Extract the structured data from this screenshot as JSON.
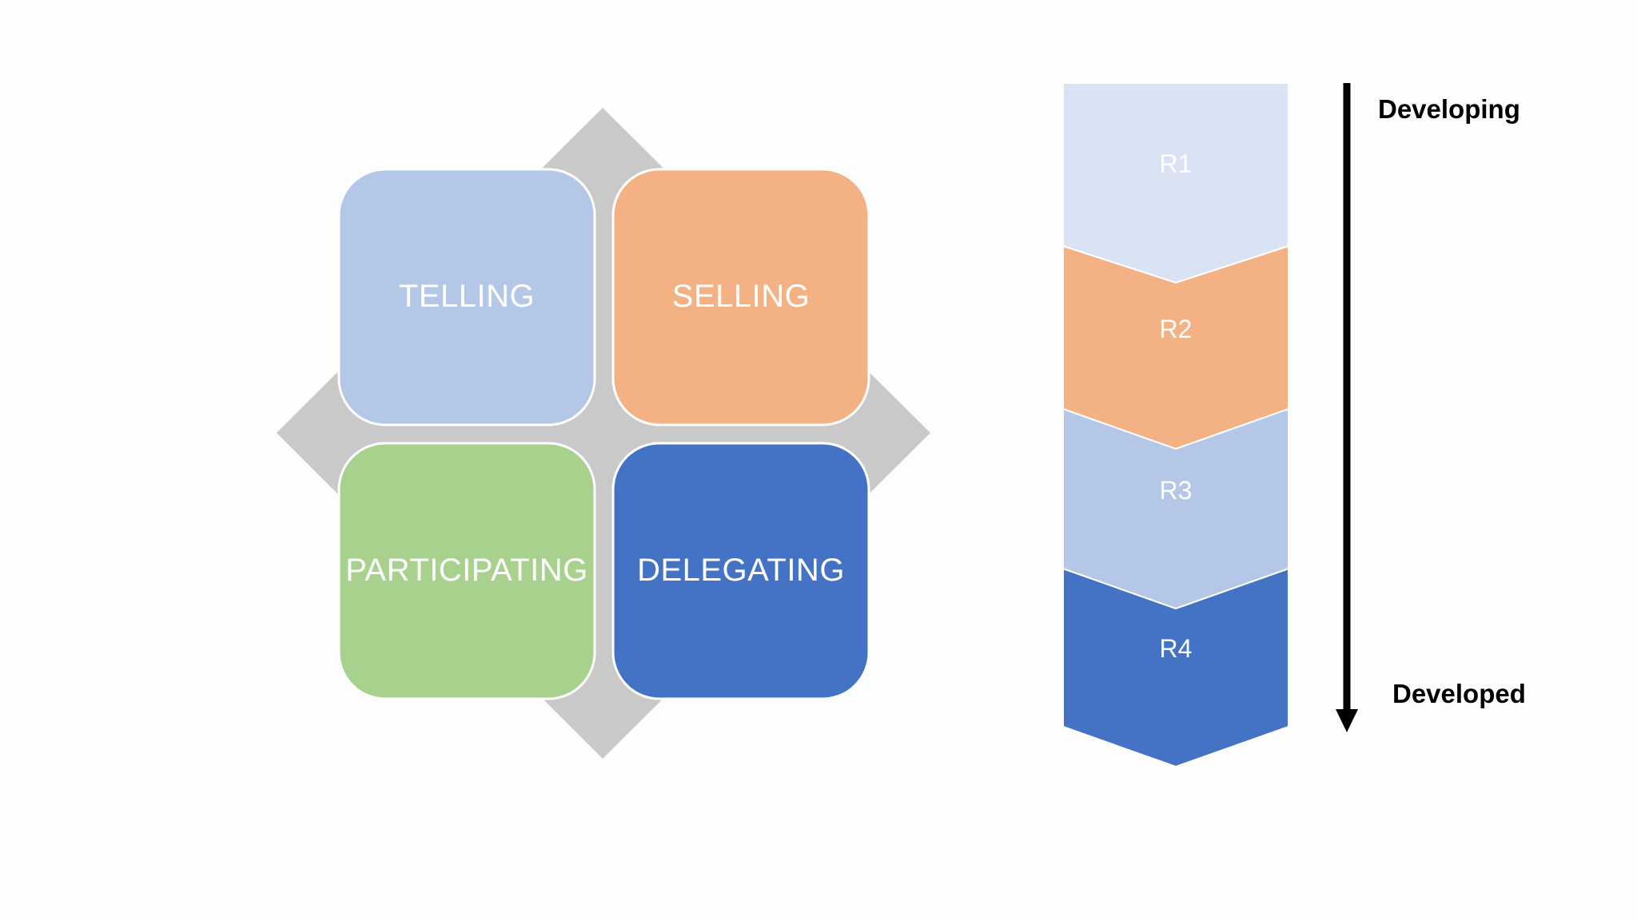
{
  "quadrants": [
    {
      "id": "telling",
      "label": "TELLING",
      "color": "#b4c7e7"
    },
    {
      "id": "selling",
      "label": "SELLING",
      "color": "#f4b183"
    },
    {
      "id": "participating",
      "label": "PARTICIPATING",
      "color": "#a9d18e"
    },
    {
      "id": "delegating",
      "label": "DELEGATING",
      "color": "#4472c4"
    }
  ],
  "background_diamond_color": "#c9c9c9",
  "readiness_levels": [
    {
      "id": "r1",
      "label": "R1",
      "color": "#dae3f3"
    },
    {
      "id": "r2",
      "label": "R2",
      "color": "#f4b183"
    },
    {
      "id": "r3",
      "label": "R3",
      "color": "#b4c7e7"
    },
    {
      "id": "r4",
      "label": "R4",
      "color": "#4472c4"
    }
  ],
  "axis": {
    "top_label": "Developing",
    "bottom_label": "Developed",
    "arrow_color": "#000000"
  }
}
